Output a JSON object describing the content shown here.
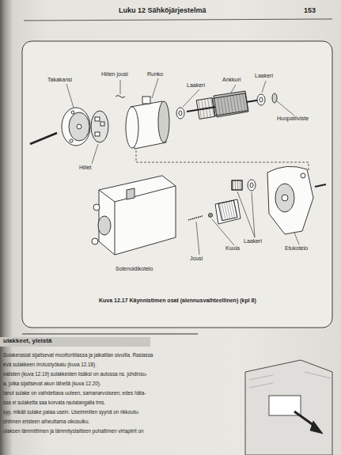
{
  "diagram": {
    "caption": "Kuva 12.17 Käynnistimen osat (alennusvaihteellinen) (kpl 8)",
    "labels": [
      "Luku 12 Sähköjärjestelmä",
      "153",
      "Takakansi",
      "Hiilen jousi",
      "Runko",
      "Laakeri",
      "Ankkuri",
      "Laakeri",
      "Huopatiiviste",
      "Hiilet",
      "Solenoidikotelo",
      "Jousi",
      "Kuula",
      "Laakeri",
      "Etukotelo",
      "ulakkeet, yleistä",
      "Sulakerasiat sijaitsevat moottoritilassa ja jalkatilan sivuilla. Rasiassa",
      "evä sulakkeen irrotustyökalu (kuva 12.18).",
      "valisten (kuva 12.19) sulakkeiden lisäksi on autossa ns. johdinsu-",
      "a, jotka sijaitsevat akun lähellä (kuva 12.20).",
      "lanut sulake on vaihdettava uuteen, samanarvoiseen; edes häta-",
      "ssa ei sulaketta saa korvata rautalangalla tms.",
      "syy, mikäli sulake palaa usein. Useimmiten syynä on rikkoutu-",
      "ohtimen eristeen aiheuttama oikosulku.",
      "ulaksen lämmittimen ja lämmityslaitteen puhaltimen virtapiirit on"
    ]
  }
}
